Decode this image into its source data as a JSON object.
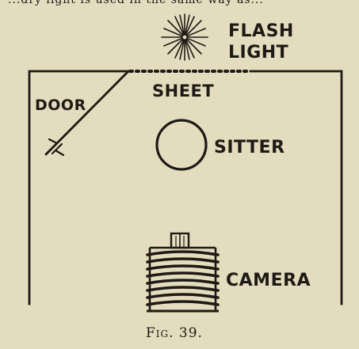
{
  "top_caption": "...dry light is used in the same way as...",
  "labels": {
    "flash_light_line1": "FLASH",
    "flash_light_line2": "LIGHT",
    "sheet": "SHEET",
    "door": "DOOR",
    "sitter": "SITTER",
    "camera": "CAMERA"
  },
  "figure_caption": "Fig. 39.",
  "colors": {
    "paper": "#e3dcbf",
    "ink": "#1e1a14"
  }
}
